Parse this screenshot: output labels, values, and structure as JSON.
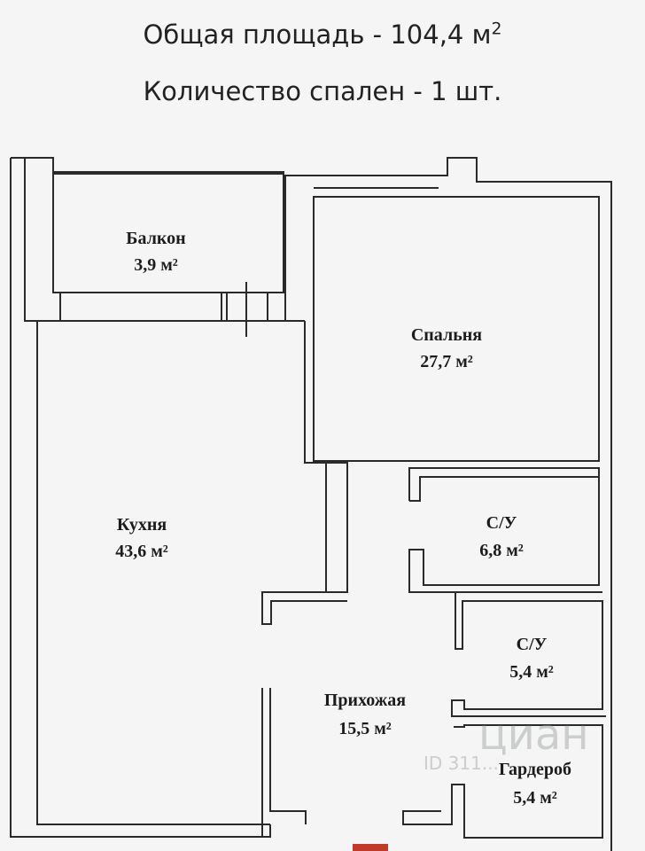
{
  "header": {
    "total_area": "Общая площадь - 104,4 м",
    "total_area_sup": "2",
    "bedrooms": "Количество спален - 1 шт."
  },
  "rooms": {
    "balcony": {
      "name": "Балкон",
      "area": "3,9 м²"
    },
    "bedroom": {
      "name": "Спальня",
      "area": "27,7 м²"
    },
    "kitchen": {
      "name": "Кухня",
      "area": "43,6 м²"
    },
    "bath1": {
      "name": "С/У",
      "area": "6,8 м²"
    },
    "bath2": {
      "name": "С/У",
      "area": "5,4 м²"
    },
    "hallway": {
      "name": "Прихожая",
      "area": "15,5 м²"
    },
    "wardrobe": {
      "name": "Гардероб",
      "area": "5,4 м²"
    }
  },
  "watermark": {
    "brand": "циан",
    "id": "ID 311..."
  },
  "colors": {
    "background": "#f4f5f4",
    "wall": "#2a2a2a",
    "accent_bottom": "#c0392b"
  }
}
